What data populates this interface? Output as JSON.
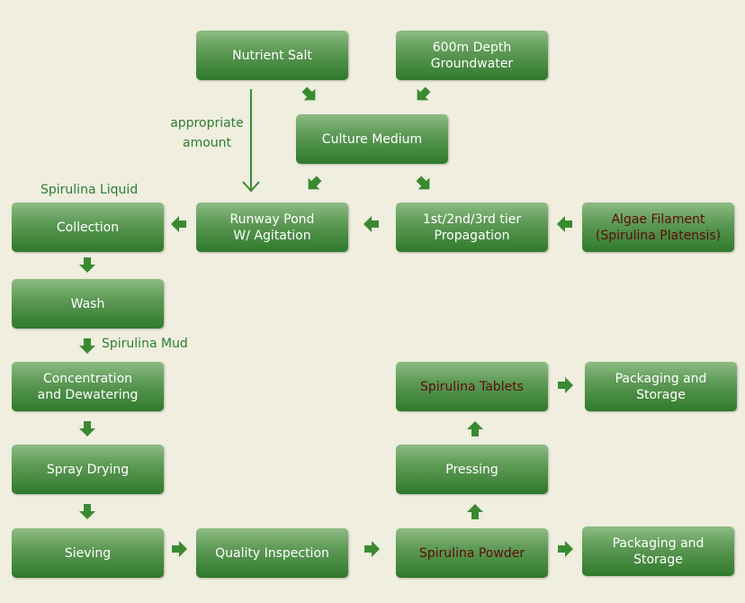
{
  "colors": {
    "background": "#efeedf",
    "box_top": "#8dbc84",
    "box_bottom": "#2f7a2b",
    "box_text": "#ffffff",
    "product_text": "#5b0c0c",
    "label_text": "#2e7d32",
    "arrow": "#3a8a32"
  },
  "nodes": {
    "nutrient_salt": "Nutrient Salt",
    "groundwater": "600m Depth\nGroundwater",
    "culture_medium": "Culture Medium",
    "runway_pond": "Runway Pond\nW/ Agitation",
    "propagation": "1st/2nd/3rd tier\nPropagation",
    "algae_filament": "Algae Filament\n(Spirulina Platensis)",
    "collection": "Collection",
    "wash": "Wash",
    "concentration": "Concentration\nand Dewatering",
    "spray_drying": "Spray Drying",
    "sieving": "Sieving",
    "quality_inspection": "Quality Inspection",
    "spirulina_powder": "Spirulina Powder",
    "packaging_storage_bottom": "Packaging and Storage",
    "pressing": "Pressing",
    "spirulina_tablets": "Spirulina Tablets",
    "packaging_storage_top": "Packaging and Storage"
  },
  "labels": {
    "appropriate_amount": "appropriate\namount",
    "spirulina_liquid": "Spirulina Liquid",
    "spirulina_mud": "Spirulina Mud"
  }
}
